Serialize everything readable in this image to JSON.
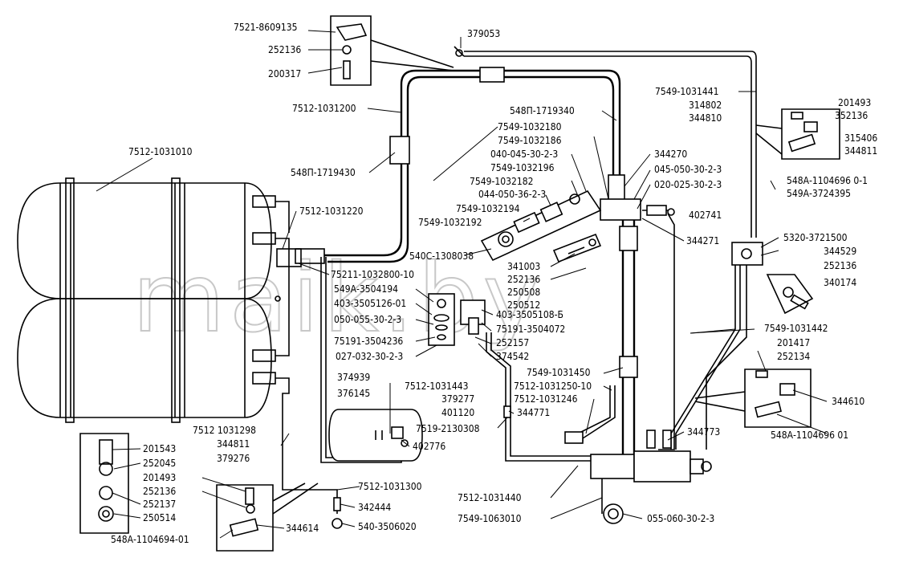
{
  "watermark": "maik.by",
  "labels": {
    "tl_1": "7521-8609135",
    "tl_2": "252136",
    "tl_3": "200317",
    "t_379053": "379053",
    "l_7512_1031200": "7512-1031200",
    "l_7512_1031010": "7512-1031010",
    "l_548p_1719430": "548П-1719430",
    "l_7512_1031220": "7512-1031220",
    "l_75211_1032800": "75211-1032800-10",
    "c_548p_1719340": "548П-1719340",
    "c_7549_1032180": "7549-1032180",
    "c_7549_1032186": "7549-1032186",
    "c_040_045": "040-045-30-2-3",
    "c_7549_1032196": "7549-1032196",
    "c_7549_1032182": "7549-1032182",
    "c_044_050": "044-050-36-2-3",
    "c_7549_1032194": "7549-1032194",
    "c_7549_1032192": "7549-1032192",
    "c_540c_1308038": "540С-1308038",
    "c_341003": "341003",
    "c_252136b": "252136",
    "c_250508": "250508",
    "c_250512": "250512",
    "c_549a_3504194": "549А-3504194",
    "c_403_3505126": "403-3505126-01",
    "c_050_055": "050-055-30-2-3",
    "c_75191_3504236": "75191-3504236",
    "c_027_032": "027-032-30-2-3",
    "c_403_3505108": "403-3505108-Б",
    "c_75191_3504072": "75191-3504072",
    "c_252157": "252157",
    "c_374542": "374542",
    "r_344270": "344270",
    "r_045_050": "045-050-30-2-3",
    "r_020_025": "020-025-30-2-3",
    "r_402741": "402741",
    "r_344271": "344271",
    "r_7549_1031441": "7549-1031441",
    "r_314802": "314802",
    "r_344810": "344810",
    "r_201493": "201493",
    "r_352136": "352136",
    "r_315406": "315406",
    "r_344811": "344811",
    "r_548a_04": "548А-1104696 0-1",
    "r_549a_3724395": "549А-3724395",
    "r_5320_3721500": "5320-3721500",
    "r_344529": "344529",
    "r_252136c": "252136",
    "r_340174": "340174",
    "r_7549_1031442": "7549-1031442",
    "r_201417": "201417",
    "r_252134": "252134",
    "r_344610": "344610",
    "r_548a_01": "548А-1104696 01",
    "m_374939": "374939",
    "m_376145": "376145",
    "m_7512_1031443": "7512-1031443",
    "m_379277": "379277",
    "m_401120": "401120",
    "m_344771": "344771",
    "m_7519_2130308": "7519-2130308",
    "m_402776": "402776",
    "m_7549_1031450": "7549-1031450",
    "m_7512_1031250": "7512-1031250-10",
    "m_7512_1031246": "7512-1031246",
    "m_344773": "344773",
    "b_7512_1031298": "7512 1031298",
    "b_344811": "344811",
    "b_379276": "379276",
    "b_7512_1031300": "7512-1031300",
    "b_342444": "342444",
    "b_540_3506020": "540-3506020",
    "b_7512_1031440": "7512-1031440",
    "b_7549_1063010": "7549-1063010",
    "b_055_060": "055-060-30-2-3",
    "bl_201543": "201543",
    "bl_252045": "252045",
    "bl_201493": "201493",
    "bl_252136": "252136",
    "bl_252137": "252137",
    "bl_250514": "250514",
    "bl_548a_01": "548А-1104694-01",
    "bl_344614": "344614"
  }
}
